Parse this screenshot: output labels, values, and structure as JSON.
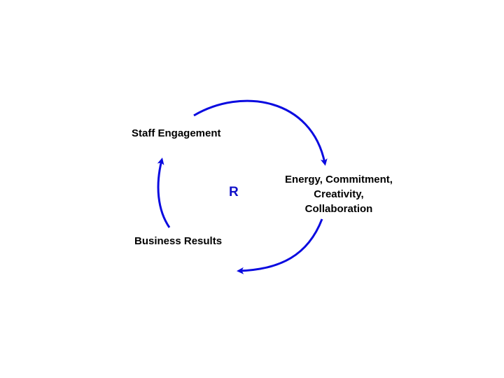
{
  "diagram": {
    "nodes": {
      "staff_engagement": "Staff Engagement",
      "energy_line1": "Energy, Commitment,",
      "energy_line2": "Creativity,",
      "energy_line3": "Collaboration",
      "business_results": "Business Results"
    },
    "loop_label": "R",
    "arrow_color": "#0a0ae0",
    "label_color": "#1010c8"
  }
}
